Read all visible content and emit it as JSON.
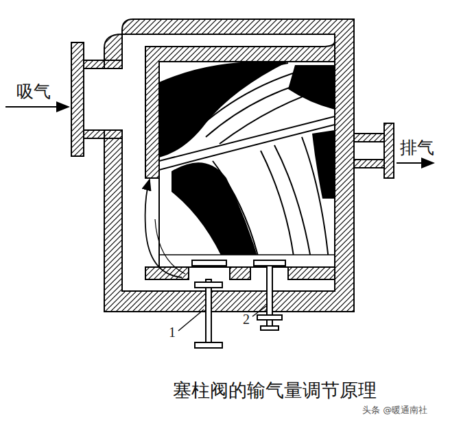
{
  "diagram": {
    "caption": "塞柱阀的输气量调节原理",
    "labels": [
      "吸气",
      "排气",
      "1",
      "2",
      "头条 @暖通南社"
    ]
  }
}
